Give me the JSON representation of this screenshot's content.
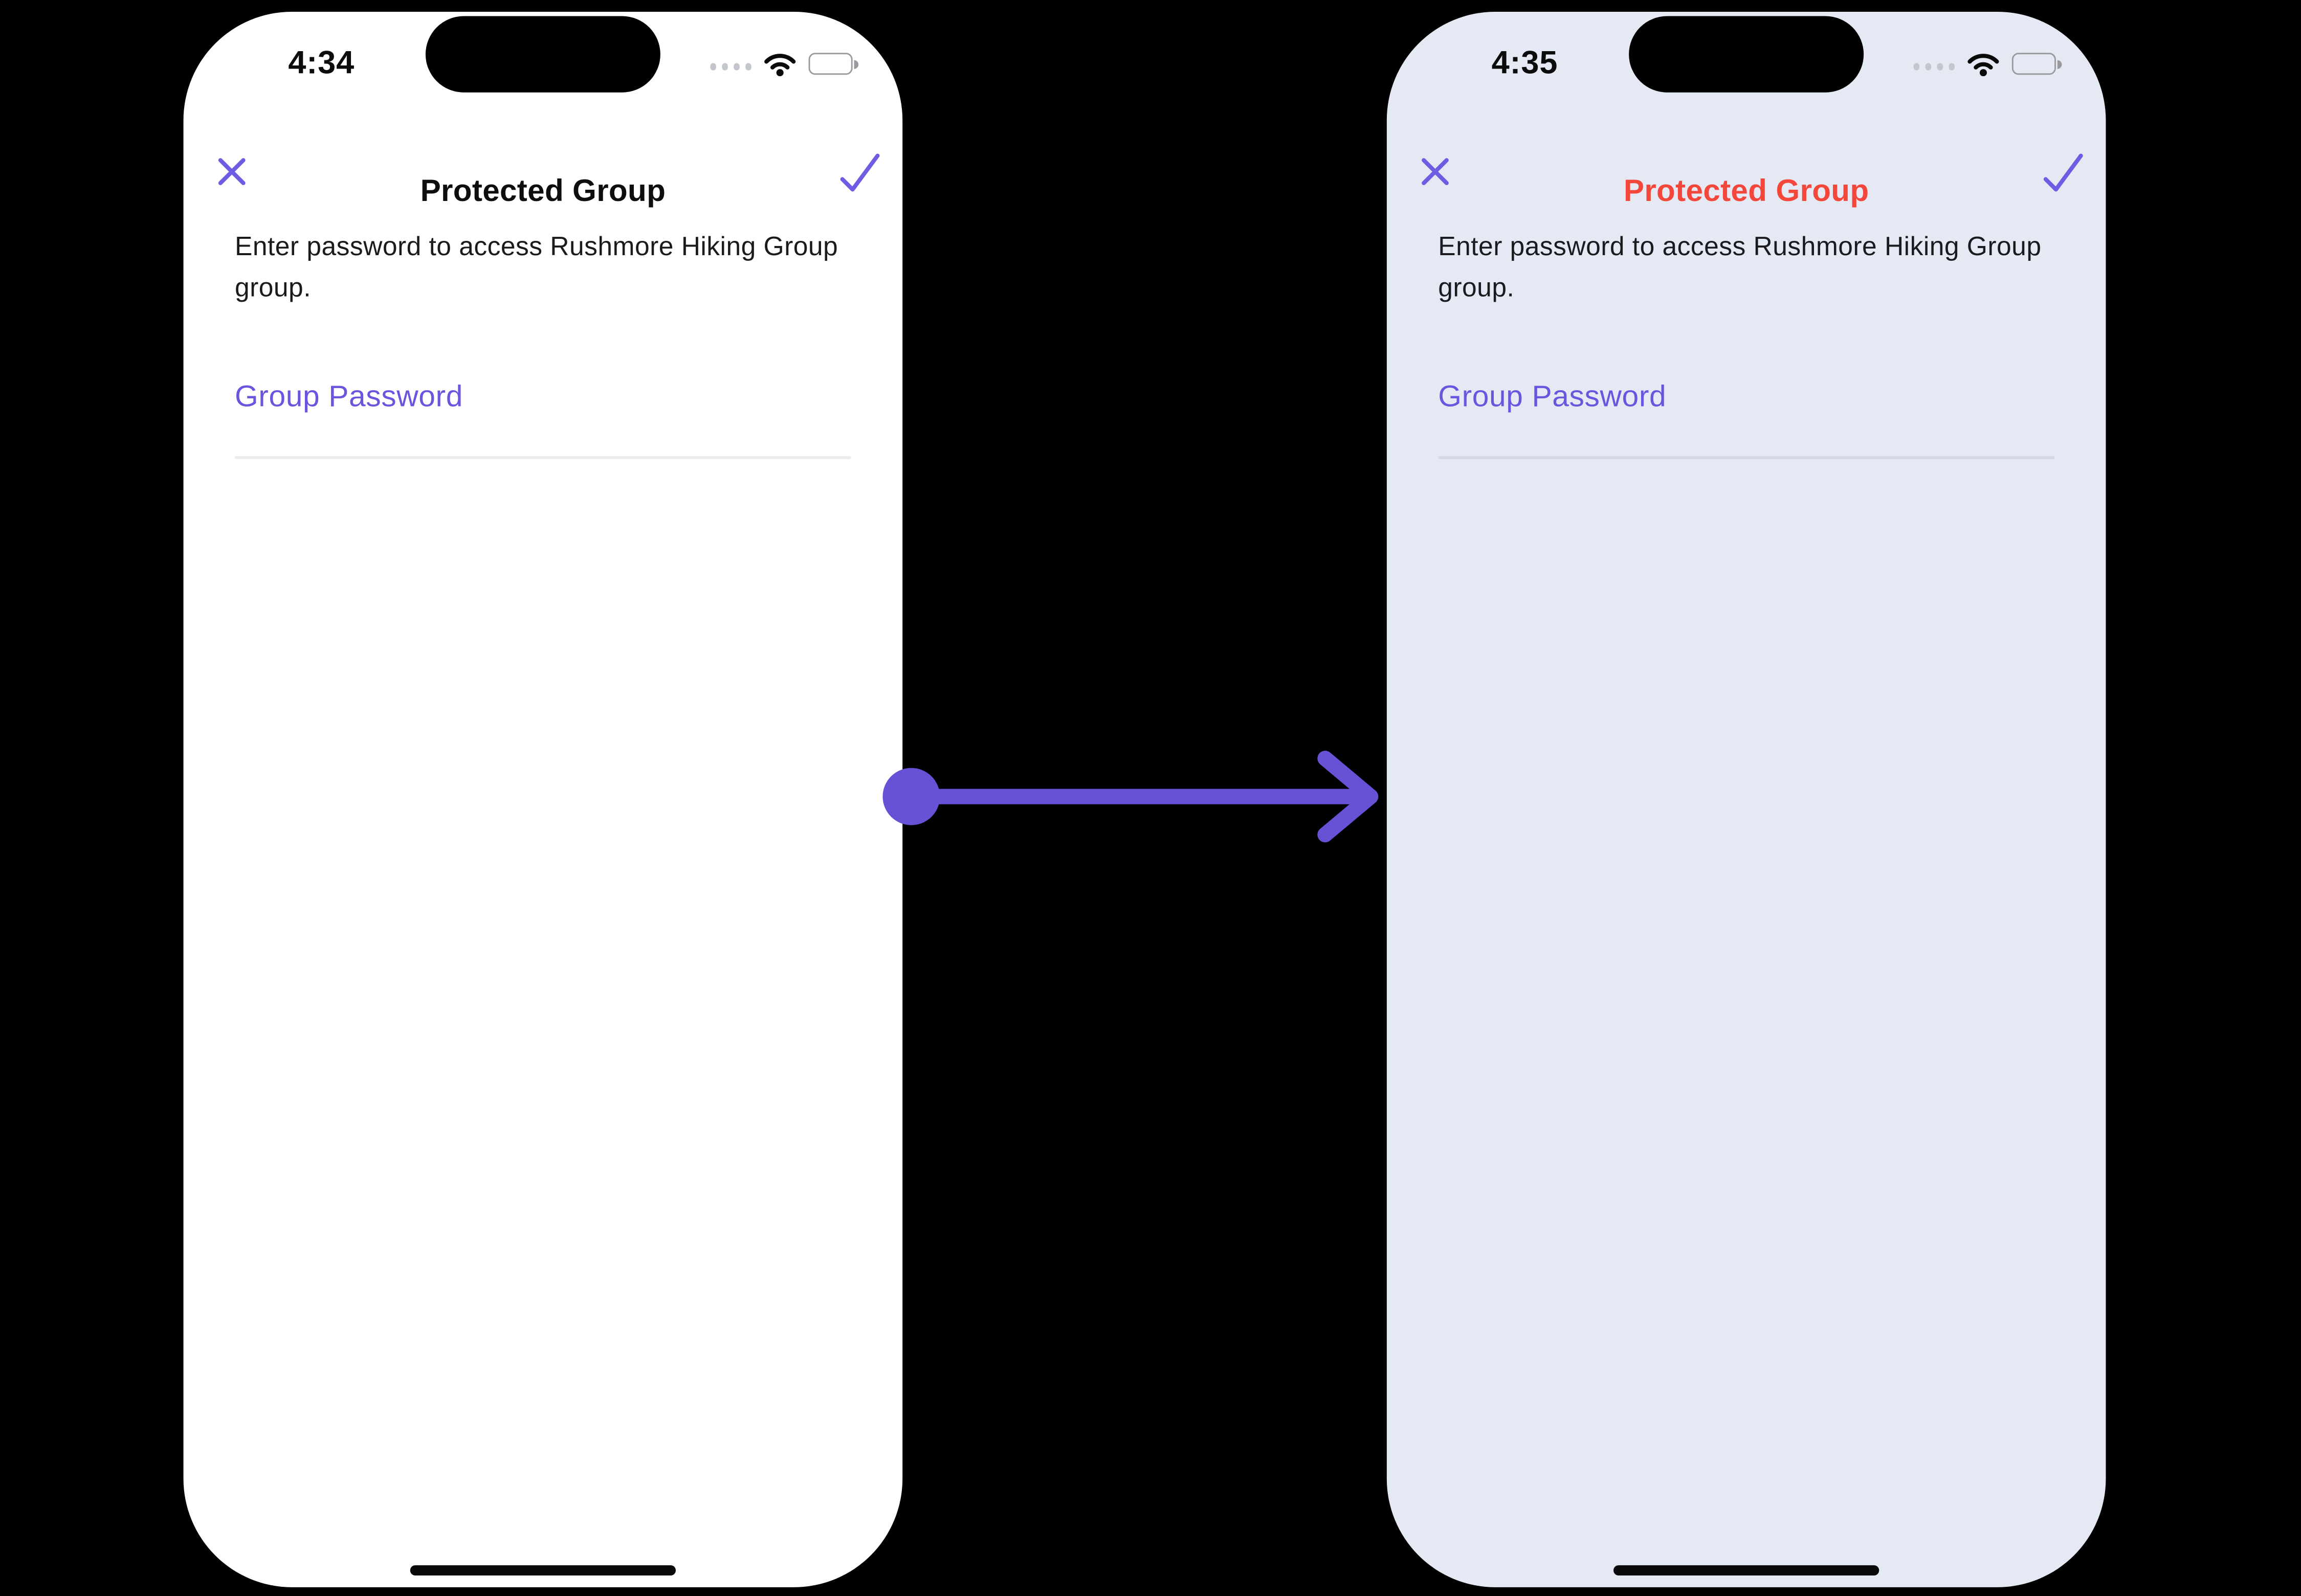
{
  "left_phone": {
    "status_bar": {
      "time": "4:34"
    },
    "header": {
      "title": "Protected Group"
    },
    "body": {
      "description": "Enter password to access Rushmore Hiking Group group."
    },
    "form": {
      "password_label": "Group Password",
      "password_value": ""
    }
  },
  "right_phone": {
    "status_bar": {
      "time": "4:35"
    },
    "header": {
      "title": "Protected Group"
    },
    "body": {
      "description": "Enter password to access Rushmore Hiking Group group."
    },
    "form": {
      "password_label": "Group Password",
      "password_value": ""
    }
  },
  "colors": {
    "canvas_background": "#000000",
    "left_screen_background": "#ffffff",
    "right_screen_background": "#e5e9f4",
    "accent_purple_icons": "#6e5ce2",
    "field_label_purple": "#6b55df",
    "arrow_purple": "#6552d4",
    "title_default": "#0e0e10",
    "title_highlight_red": "#f4473c",
    "body_text": "#1b1b1f",
    "divider_left": "#ececec",
    "divider_right": "#d3d8e4"
  },
  "icons": {
    "close": "diagonal-cross",
    "confirm": "checkmark",
    "cellular": "four-gray-dots",
    "wifi": "two-arcs-and-dot",
    "battery": "full-battery-outline",
    "transition": "dot-line-chevron-arrow"
  }
}
